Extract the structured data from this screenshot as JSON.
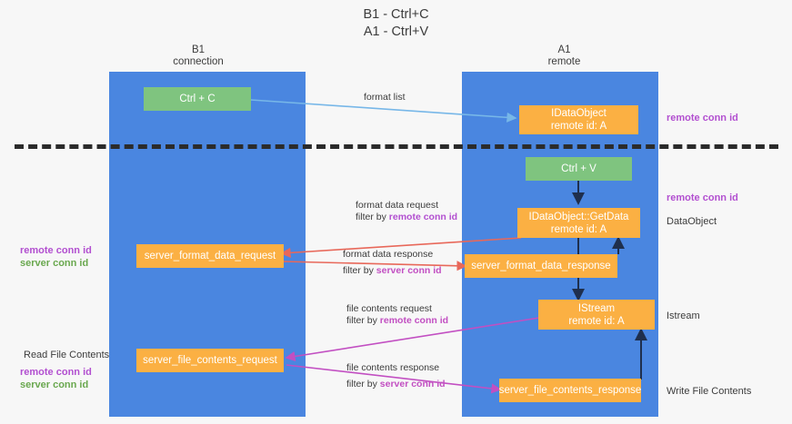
{
  "title": "B1 - Ctrl+C\nA1 - Ctrl+V",
  "columns": {
    "left": "B1\nconnection",
    "right": "A1\nremote"
  },
  "nodes": {
    "ctrl_c": "Ctrl + C",
    "data_object": "IDataObject\nremote id: A",
    "ctrl_v": "Ctrl + V",
    "get_data": "IDataObject::GetData\nremote id: A",
    "format_data_request": "server_format_data_request",
    "format_data_response": "server_format_data_response",
    "istream": "IStream\nremote id: A",
    "file_contents_request": "server_file_contents_request",
    "file_contents_response": "server_file_contents_response"
  },
  "edges": {
    "format_list": "format list",
    "format_data_request_line1": "format data request",
    "format_data_request_line2_prefix": "filter by ",
    "format_data_request_line2_key": "remote conn id",
    "format_data_response_line1": "format data response",
    "format_data_response_line2_prefix": "filter by ",
    "format_data_response_line2_key": "server conn id",
    "file_contents_request_line1": "file contents request",
    "file_contents_request_line2_prefix": "filter by ",
    "file_contents_request_line2_key": "remote conn id",
    "file_contents_response_line1": "file contents response",
    "file_contents_response_line2_prefix": "filter by ",
    "file_contents_response_line2_key": "server conn id"
  },
  "annotations": {
    "right_remote_conn_id_top": "remote conn id",
    "right_remote_conn_id_mid": "remote conn id",
    "right_data_object": "DataObject",
    "right_istream": "Istream",
    "right_write_file_contents": "Write File Contents",
    "left_remote_conn_id": "remote conn id",
    "left_server_conn_id": "server conn id",
    "left_read_file_contents": "Read File Contents",
    "left_remote_conn_id_2": "remote conn id",
    "left_server_conn_id_2": "server conn id"
  },
  "colors": {
    "lane": "#4a86e0",
    "green_node": "#7fc47f",
    "orange_node": "#fbb043",
    "purple": "#b24fd0",
    "green_text": "#6aa84f",
    "magenta": "#c24fc2",
    "blue_arrow": "#77b7e8",
    "red_arrow": "#e8685a",
    "dark_arrow": "#1f2f4d",
    "divider": "#2b2b2b"
  }
}
